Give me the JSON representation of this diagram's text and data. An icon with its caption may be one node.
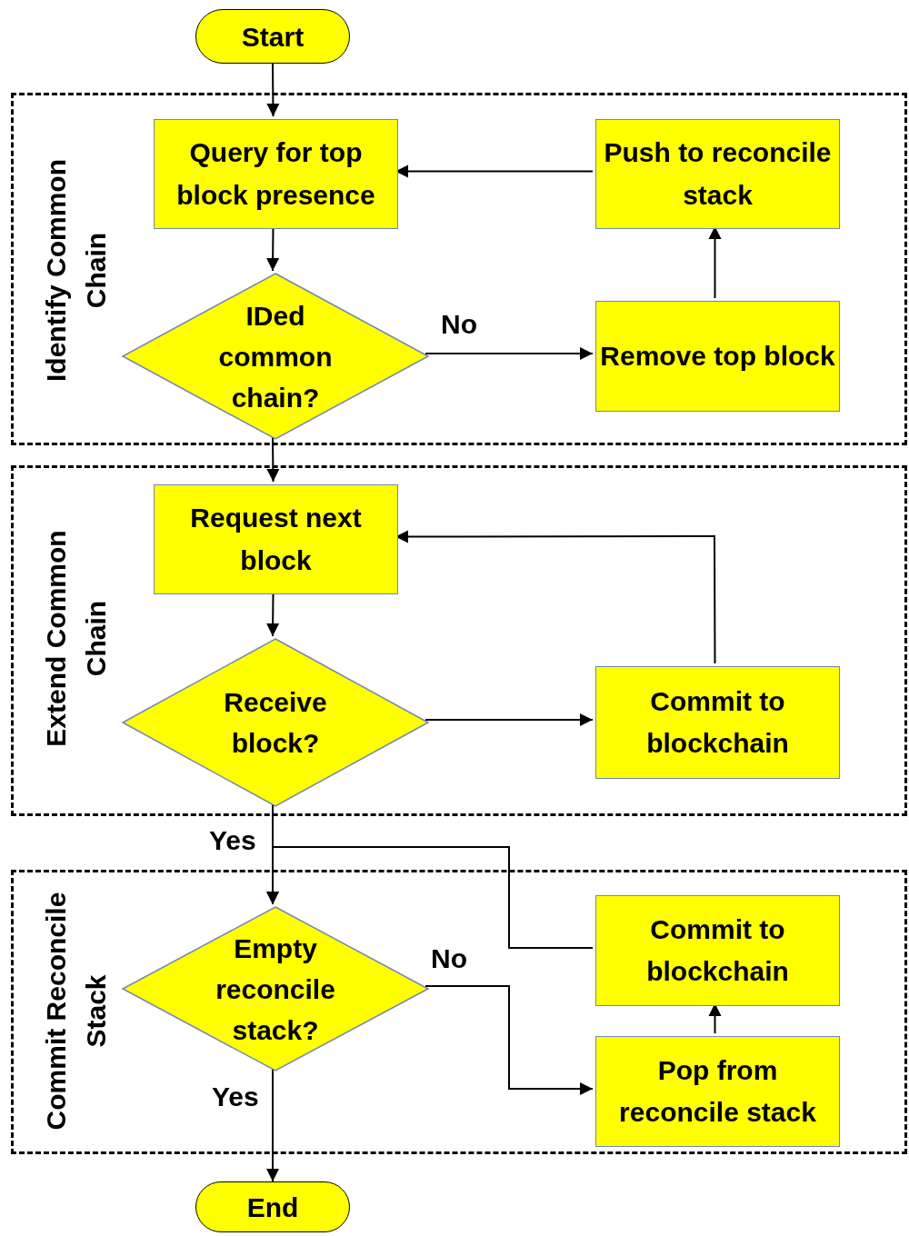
{
  "diagram": {
    "nodes": [
      {
        "text": [
          "Start"
        ]
      },
      {
        "text": [
          "Identify Common Chain"
        ]
      },
      {
        "text": [
          "Query for top block presence"
        ],
        "in": 1
      },
      {
        "text": [
          "Push to reconcile stack"
        ],
        "in": 1
      },
      {
        "text": [
          "IDed common chain?"
        ],
        "in": 1
      },
      {
        "text": [
          "Remove top block"
        ],
        "in": 1
      },
      {
        "text": [
          "Extend Common Chain"
        ]
      },
      {
        "text": [
          "Request next block"
        ],
        "in": 6
      },
      {
        "text": [
          "Receive block?"
        ],
        "in": 6
      },
      {
        "text": [
          "Commit to blockchain"
        ],
        "in": 6
      },
      {
        "text": [
          "Commit Reconcile Stack"
        ]
      },
      {
        "text": [
          "Empty reconcile stack?"
        ],
        "in": 10
      },
      {
        "text": [
          "Commit to blockchain"
        ],
        "in": 10
      },
      {
        "text": [
          "Pop from reconcile stack"
        ],
        "in": 10
      },
      {
        "text": [
          "End"
        ]
      }
    ],
    "edges": [
      {
        "from": 0,
        "to": 2,
        "arrow": "to"
      },
      {
        "from": 2,
        "to": 4,
        "arrow": "to"
      },
      {
        "from": 4,
        "to": 5,
        "arrow": "to",
        "label": "No"
      },
      {
        "from": 5,
        "to": 3,
        "arrow": "to"
      },
      {
        "from": 3,
        "to": 2,
        "arrow": "to"
      },
      {
        "from": 4,
        "to": 7,
        "arrow": "to"
      },
      {
        "from": 7,
        "to": 8,
        "arrow": "to"
      },
      {
        "from": 8,
        "to": 9,
        "arrow": "to"
      },
      {
        "from": 9,
        "to": 7,
        "arrow": "to"
      },
      {
        "from": 8,
        "to": 11,
        "arrow": "to",
        "label": "Yes"
      },
      {
        "from": 12,
        "to": 11,
        "arrow": "to"
      },
      {
        "from": 11,
        "to": 13,
        "arrow": "to",
        "label": "No"
      },
      {
        "from": 13,
        "to": 12,
        "arrow": "to"
      },
      {
        "from": 11,
        "to": 14,
        "arrow": "to",
        "label": "Yes"
      }
    ]
  }
}
